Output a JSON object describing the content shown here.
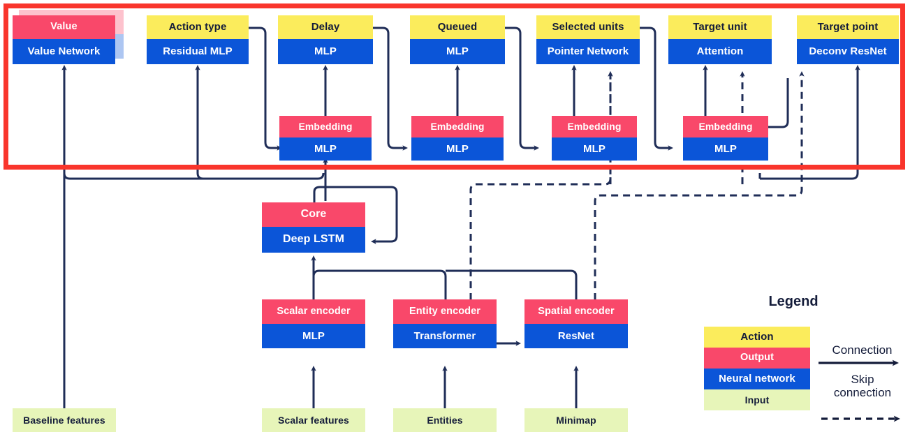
{
  "meta": {
    "title": "AlphaStar agent network architecture",
    "colors": {
      "action": "#FBEC5C",
      "output": "#F9486A",
      "neural_network": "#0B55D8",
      "input": "#E7F5B9",
      "wire": "#1F2D57",
      "highlight_box": "#F9352C"
    }
  },
  "highlight": {
    "label": "output-heads-region"
  },
  "outputs": [
    {
      "id": "value",
      "action": "Value",
      "network": "Value Network"
    },
    {
      "id": "action_type",
      "action": "Action type",
      "network": "Residual MLP"
    },
    {
      "id": "delay",
      "action": "Delay",
      "network": "MLP"
    },
    {
      "id": "queued",
      "action": "Queued",
      "network": "MLP"
    },
    {
      "id": "selected_units",
      "action": "Selected units",
      "network": "Pointer Network"
    },
    {
      "id": "target_unit",
      "action": "Target unit",
      "network": "Attention"
    },
    {
      "id": "target_point",
      "action": "Target point",
      "network": "Deconv ResNet"
    }
  ],
  "embeddings": [
    {
      "id": "emb_delay",
      "output": "Embedding",
      "network": "MLP"
    },
    {
      "id": "emb_queued",
      "output": "Embedding",
      "network": "MLP"
    },
    {
      "id": "emb_selected_units",
      "output": "Embedding",
      "network": "MLP"
    },
    {
      "id": "emb_target_unit",
      "output": "Embedding",
      "network": "MLP"
    }
  ],
  "core": {
    "output": "Core",
    "network": "Deep LSTM"
  },
  "encoders": [
    {
      "id": "scalar",
      "output": "Scalar encoder",
      "network": "MLP"
    },
    {
      "id": "entity",
      "output": "Entity encoder",
      "network": "Transformer"
    },
    {
      "id": "spatial",
      "output": "Spatial encoder",
      "network": "ResNet"
    }
  ],
  "inputs": [
    {
      "id": "baseline_features",
      "label": "Baseline features"
    },
    {
      "id": "scalar_features",
      "label": "Scalar features"
    },
    {
      "id": "entities",
      "label": "Entities"
    },
    {
      "id": "minimap",
      "label": "Minimap"
    }
  ],
  "legend": {
    "title": "Legend",
    "swatches": [
      {
        "id": "action",
        "label": "Action"
      },
      {
        "id": "output",
        "label": "Output"
      },
      {
        "id": "neural_network",
        "label": "Neural network"
      },
      {
        "id": "input",
        "label": "Input"
      }
    ],
    "connection_label": "Connection",
    "skip_label": "Skip\nconnection"
  }
}
